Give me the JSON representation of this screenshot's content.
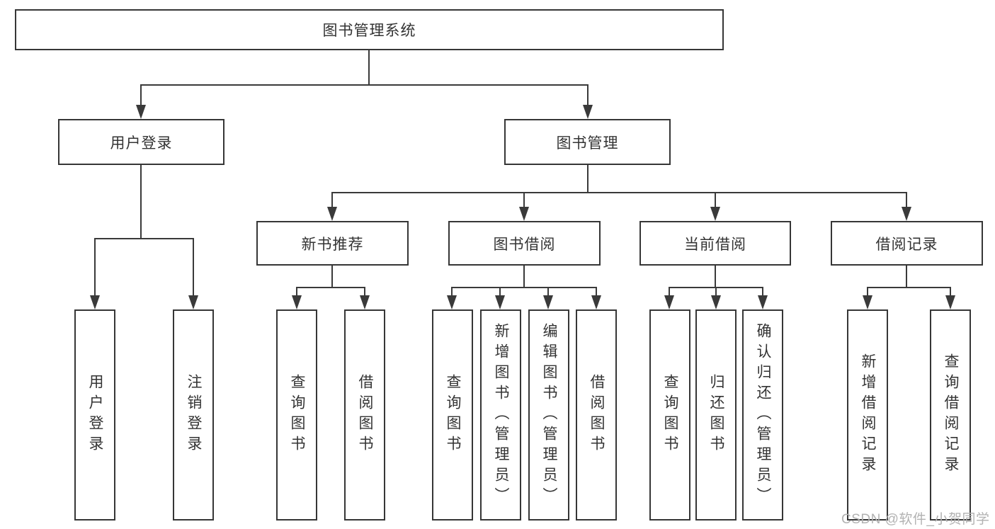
{
  "tree": {
    "root": {
      "label": "图书管理系统",
      "children": [
        {
          "label": "用户登录",
          "children": [
            {
              "label": "用户登录"
            },
            {
              "label": "注销登录"
            }
          ]
        },
        {
          "label": "图书管理",
          "children": [
            {
              "label": "新书推荐",
              "children": [
                {
                  "label": "查询图书"
                },
                {
                  "label": "借阅图书"
                }
              ]
            },
            {
              "label": "图书借阅",
              "children": [
                {
                  "label": "查询图书"
                },
                {
                  "label": "新增图书（管理员）"
                },
                {
                  "label": "编辑图书（管理员）"
                },
                {
                  "label": "借阅图书"
                }
              ]
            },
            {
              "label": "当前借阅",
              "children": [
                {
                  "label": "查询图书"
                },
                {
                  "label": "归还图书"
                },
                {
                  "label": "确认归还（管理员）"
                }
              ]
            },
            {
              "label": "借阅记录",
              "children": [
                {
                  "label": "新增借阅记录"
                },
                {
                  "label": "查询借阅记录"
                }
              ]
            }
          ]
        }
      ]
    }
  },
  "watermark": {
    "text": "CSDN @软件_小贺同学"
  },
  "colors": {
    "line": "#3a3a3a",
    "border": "#363636",
    "text": "#333333",
    "watermark": "#b2b2b2",
    "background": "#ffffff"
  }
}
